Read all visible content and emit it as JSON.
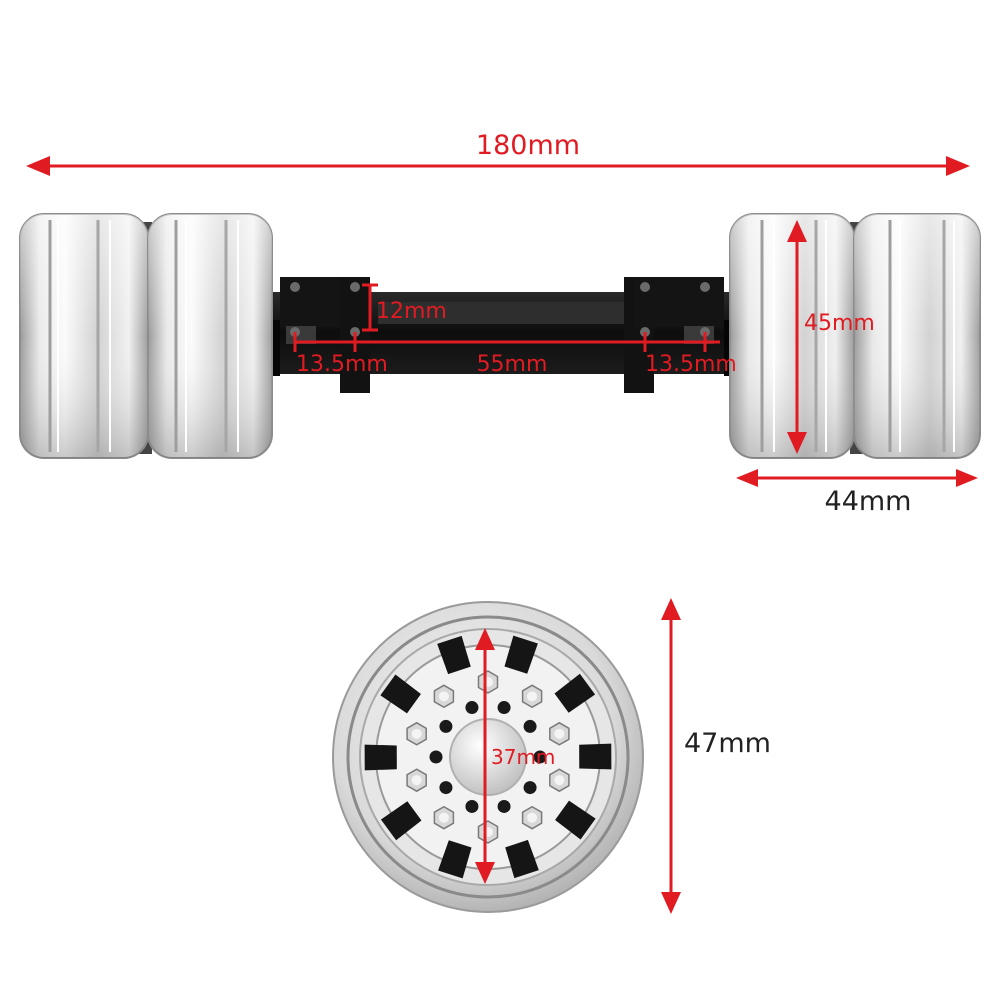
{
  "dimensions": {
    "overall_width": "180mm",
    "mount_height": "12mm",
    "hole_spacing_left": "13.5mm",
    "hole_spacing_center": "55mm",
    "hole_spacing_right": "13.5mm",
    "wheel_height": "45mm",
    "dual_wheel_width": "44mm",
    "rim_diameter": "47mm",
    "inner_diameter": "37mm"
  },
  "colors": {
    "annotation": "#e11b22",
    "axle": "#111111",
    "rim_light": "#f2f2f2",
    "rim_mid": "#c9c9c9",
    "rim_dark": "#8f8f8f"
  }
}
